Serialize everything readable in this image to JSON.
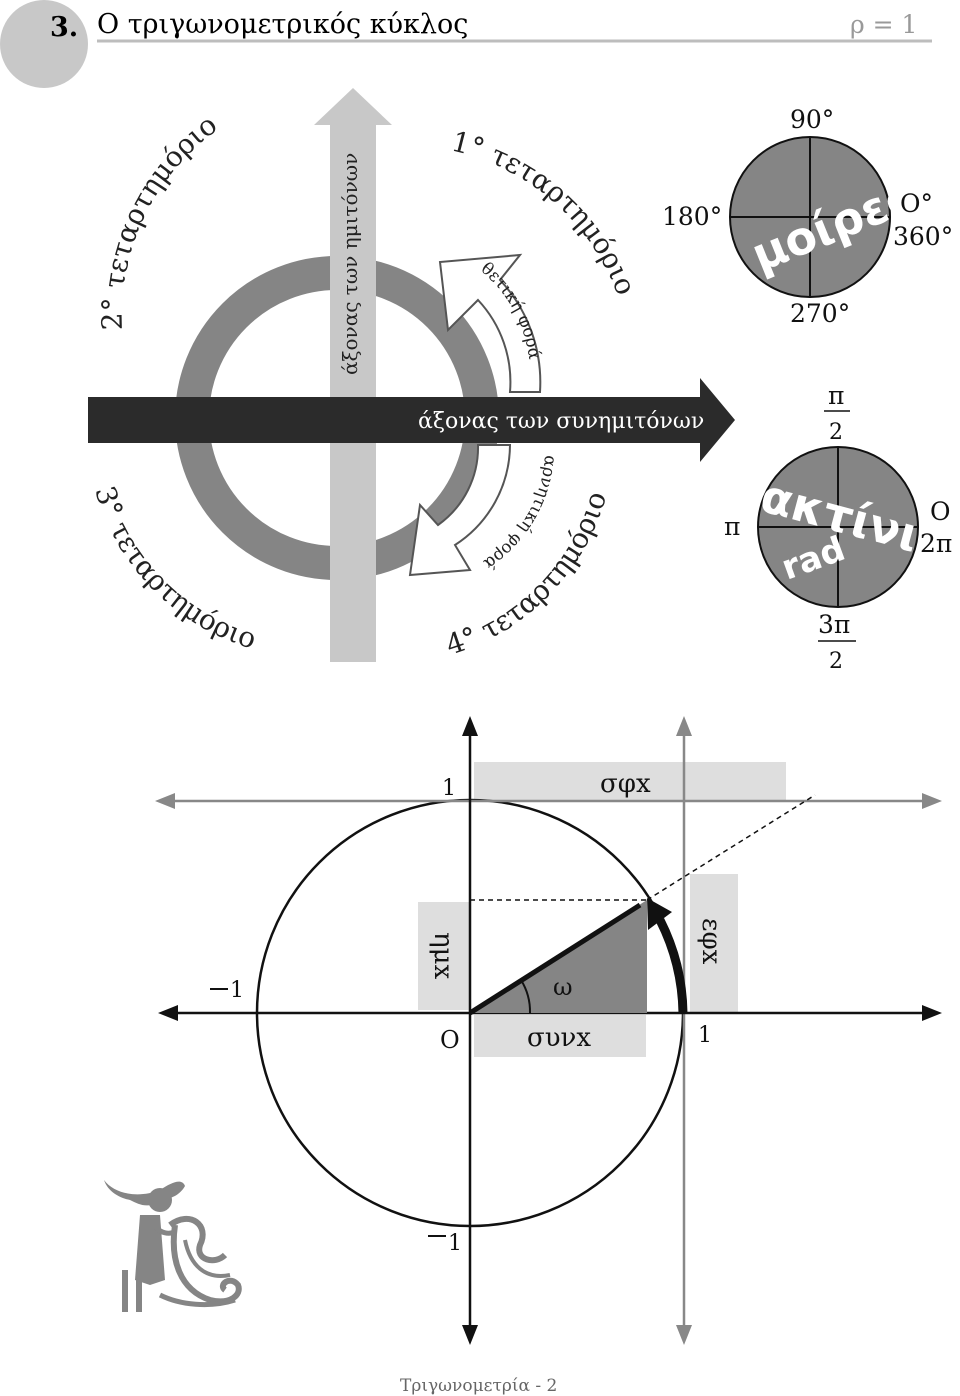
{
  "header": {
    "number": "3.",
    "title": "Ο τριγωνομετρικός κύκλος",
    "radius": "ρ = 1"
  },
  "quadrants": {
    "q1": "1° τεταρτημόριο",
    "q2": "2° τεταρτημόριο",
    "q3": "3° τεταρτημόριο",
    "q4": "4° τεταρτημόριο"
  },
  "axes": {
    "sine_axis": "άξονας των ημιτόνων",
    "cosine_axis": "άξονας των συνημιτόνων",
    "positive_direction": "θετική φορά",
    "negative_direction": "αρνητική φορά"
  },
  "degrees": {
    "watermark": "μοίρες",
    "d90": "90°",
    "d180": "180°",
    "d270": "270°",
    "d0": "O°",
    "d360": "360°"
  },
  "radians": {
    "watermark": "ακτίνια",
    "unit": "rad",
    "pi_half_num": "π",
    "pi_half_den": "2",
    "pi": "π",
    "zero": "O",
    "two_pi": "2π",
    "three_pi_half_num": "3π",
    "three_pi_half_den": "2"
  },
  "unit_circle": {
    "top": "1",
    "left": "1",
    "bottom": "1",
    "right": "1",
    "origin": "O",
    "angle": "ω",
    "sin_label": "ημx",
    "cos_label": "συνx",
    "tan_label": "εφx",
    "cot_label": "σφx"
  },
  "colors": {
    "dark": "#2b2b2b",
    "mid": "#858585",
    "light": "#c8c8c8",
    "pale": "#dedede"
  },
  "footer": "Τριγωνομετρία - 2"
}
